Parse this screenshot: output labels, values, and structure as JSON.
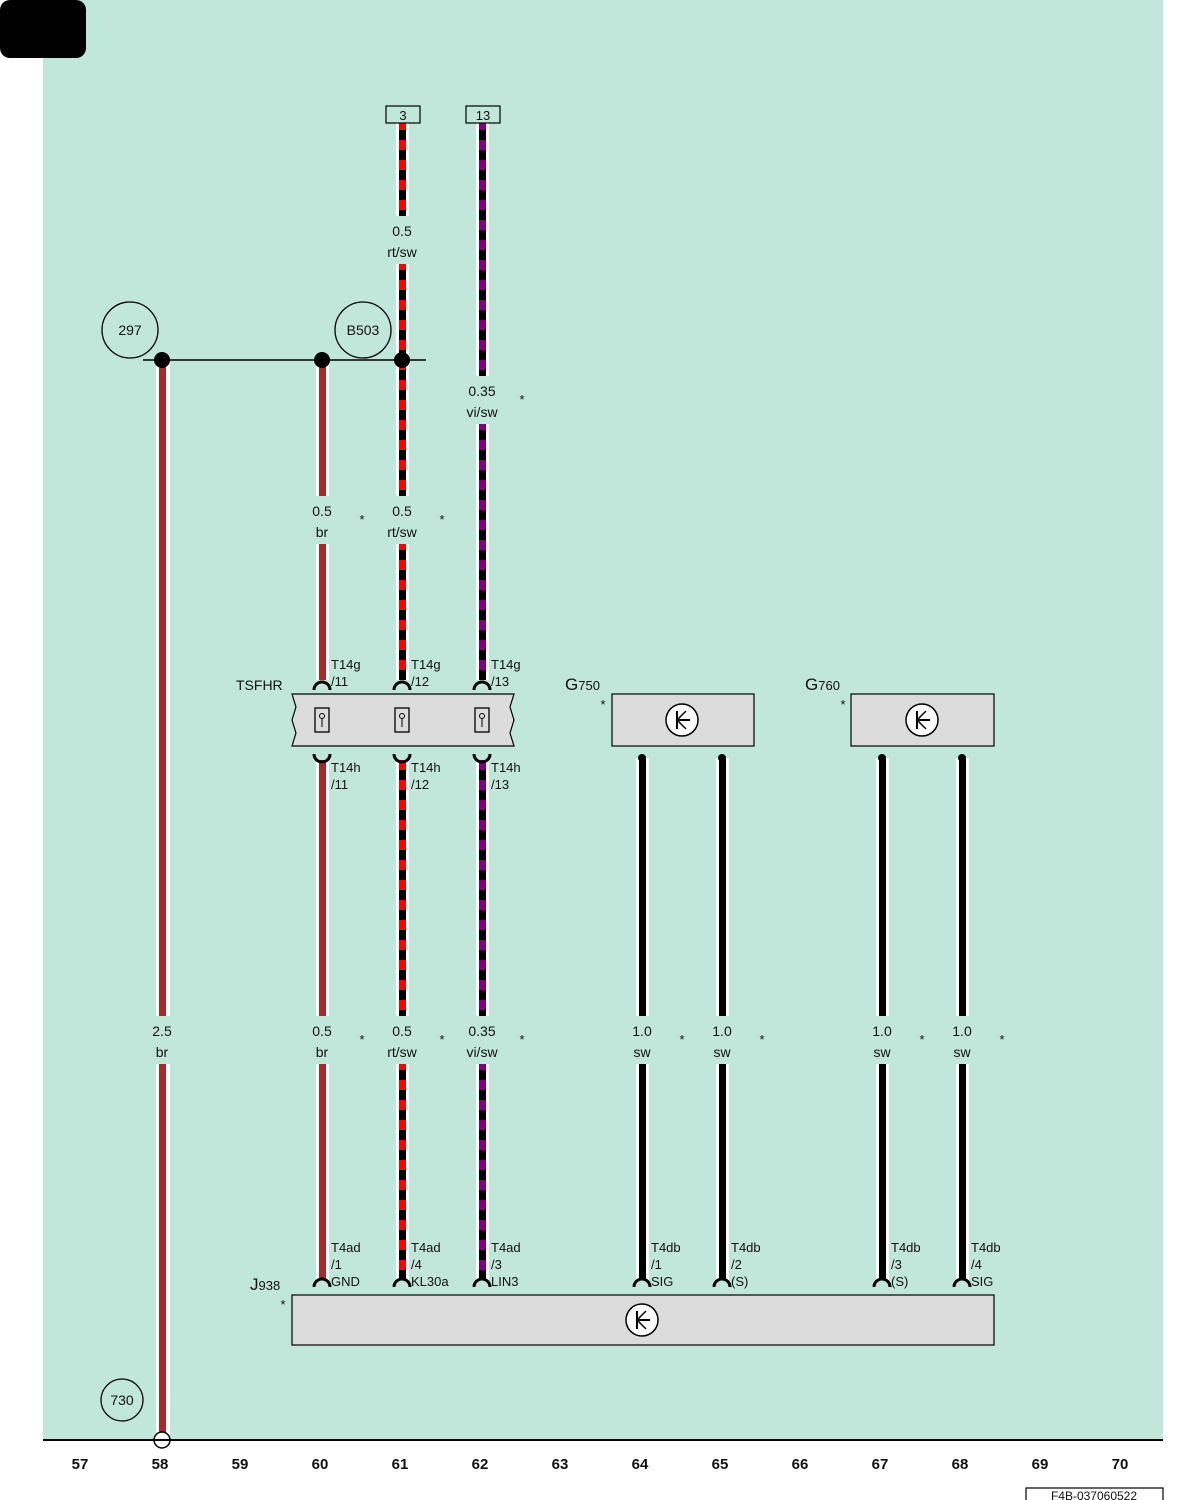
{
  "colors": {
    "background": "#c1e6da",
    "br": "#a52a2a",
    "rt": "#ff0000",
    "sw": "#000000",
    "vi": "#800080",
    "component_fill": "#dcdcdc"
  },
  "connectors": {
    "top_3": "3",
    "top_13": "13"
  },
  "refs": {
    "r297": "297",
    "b503": "B503",
    "r730": "730"
  },
  "wires": {
    "rtsw_top": {
      "size": "0.5",
      "color": "rt/sw"
    },
    "visw_top": {
      "size": "0.35",
      "color": "vi/sw",
      "star": "*"
    },
    "br_mid": {
      "size": "0.5",
      "color": "br",
      "star": "*"
    },
    "rtsw_mid": {
      "size": "0.5",
      "color": "rt/sw",
      "star": "*"
    },
    "br_main": {
      "size": "2.5",
      "color": "br"
    },
    "br_low": {
      "size": "0.5",
      "color": "br",
      "star": "*"
    },
    "rtsw_low": {
      "size": "0.5",
      "color": "rt/sw",
      "star": "*"
    },
    "visw_low": {
      "size": "0.35",
      "color": "vi/sw",
      "star": "*"
    },
    "sw64": {
      "size": "1.0",
      "color": "sw",
      "star": "*"
    },
    "sw65": {
      "size": "1.0",
      "color": "sw",
      "star": "*"
    },
    "sw67": {
      "size": "1.0",
      "color": "sw",
      "star": "*"
    },
    "sw68": {
      "size": "1.0",
      "color": "sw",
      "star": "*"
    }
  },
  "pins": {
    "t14g_11": {
      "l1": "T14g",
      "l2": "/11"
    },
    "t14g_12": {
      "l1": "T14g",
      "l2": "/12"
    },
    "t14g_13": {
      "l1": "T14g",
      "l2": "/13"
    },
    "t14h_11": {
      "l1": "T14h",
      "l2": "/11"
    },
    "t14h_12": {
      "l1": "T14h",
      "l2": "/12"
    },
    "t14h_13": {
      "l1": "T14h",
      "l2": "/13"
    },
    "t4ad_1": {
      "l1": "T4ad",
      "l2": "/1",
      "l3": "GND"
    },
    "t4ad_4": {
      "l1": "T4ad",
      "l2": "/4",
      "l3": "KL30a"
    },
    "t4ad_3": {
      "l1": "T4ad",
      "l2": "/3",
      "l3": "LIN3"
    },
    "t4db_1": {
      "l1": "T4db",
      "l2": "/1",
      "l3": "SIG"
    },
    "t4db_2": {
      "l1": "T4db",
      "l2": "/2",
      "l3": "(S)"
    },
    "t4db_3": {
      "l1": "T4db",
      "l2": "/3",
      "l3": "(S)"
    },
    "t4db_4": {
      "l1": "T4db",
      "l2": "/4",
      "l3": "SIG"
    }
  },
  "components": {
    "tsfhr": {
      "label": "TSFHR"
    },
    "g750": {
      "letter": "G",
      "number": "750",
      "star": "*"
    },
    "g760": {
      "letter": "G",
      "number": "760",
      "star": "*"
    },
    "j938": {
      "letter": "J",
      "number": "938",
      "star": "*"
    }
  },
  "current_tracks": [
    "57",
    "58",
    "59",
    "60",
    "61",
    "62",
    "63",
    "64",
    "65",
    "66",
    "67",
    "68",
    "69",
    "70"
  ],
  "doc_id": "F4B-037060522"
}
